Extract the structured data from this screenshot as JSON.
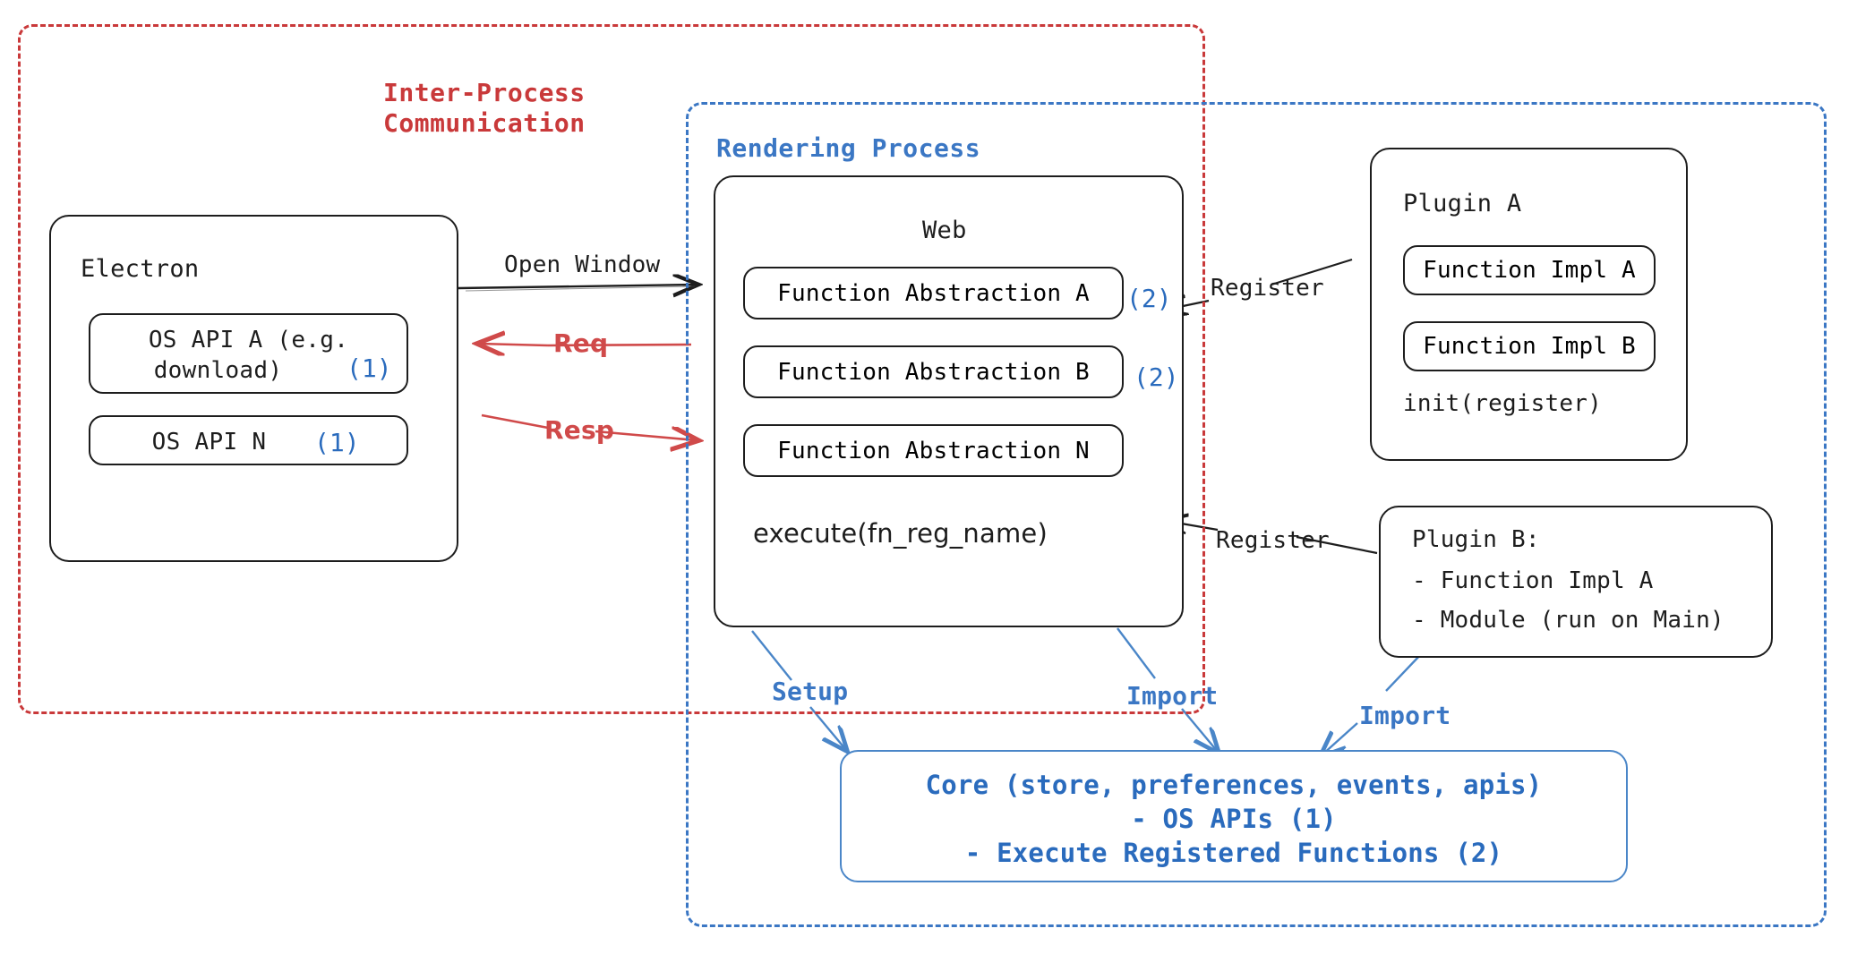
{
  "diagram": {
    "title_unseen": "",
    "colors": {
      "ipc_red": "#c9393a",
      "process_blue": "#3b77c4",
      "core_blue": "#2a6bbd",
      "ink": "#1d1d1d",
      "arrow_red": "#d04a4a"
    }
  },
  "ipc_zone": {
    "label_line1": "Inter-Process",
    "label_line2": "Communication"
  },
  "rendering_zone": {
    "label": "Rendering Process"
  },
  "electron": {
    "title": "Electron",
    "apis": [
      {
        "label_line1": "OS API A (e.g.",
        "label_line2": "download)",
        "marker": "(1)"
      },
      {
        "label_line1": "OS API N",
        "label_line2": "",
        "marker": "(1)"
      }
    ]
  },
  "web": {
    "title": "Web",
    "functions": [
      {
        "label": "Function Abstraction A",
        "marker": "(2)"
      },
      {
        "label": "Function Abstraction B",
        "marker": "(2)"
      },
      {
        "label": "Function Abstraction N",
        "marker": ""
      }
    ],
    "footer": "execute(fn_reg_name)"
  },
  "plugin_a": {
    "title": "Plugin A",
    "items": [
      {
        "label": "Function Impl A"
      },
      {
        "label": "Function Impl B"
      }
    ],
    "footer": "init(register)"
  },
  "plugin_b": {
    "lines": [
      "Plugin B:",
      "- Function Impl A",
      "- Module (run on Main)"
    ]
  },
  "core": {
    "lines": [
      "Core (store, preferences, events, apis)",
      "- OS APIs (1)",
      "- Execute Registered Functions (2)"
    ]
  },
  "edges": [
    {
      "id": "open-window",
      "label": "Open Window",
      "color": "#1d1d1d"
    },
    {
      "id": "req",
      "label": "Req",
      "color": "#d04a4a"
    },
    {
      "id": "resp",
      "label": "Resp",
      "color": "#d04a4a"
    },
    {
      "id": "register-a",
      "label": "Register",
      "color": "#1d1d1d"
    },
    {
      "id": "register-b",
      "label": "Register",
      "color": "#1d1d1d"
    },
    {
      "id": "setup",
      "label": "Setup",
      "color": "#3b77c4"
    },
    {
      "id": "import-web",
      "label": "Import",
      "color": "#3b77c4"
    },
    {
      "id": "import-plugin-b",
      "label": "Import",
      "color": "#3b77c4"
    }
  ]
}
